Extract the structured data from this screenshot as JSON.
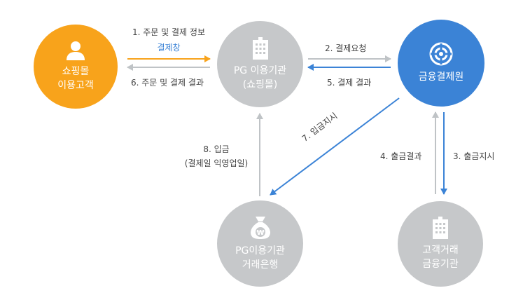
{
  "nodes": {
    "customer": {
      "line1": "쇼핑몰",
      "line2": "이용고객",
      "color": "#f8a31b",
      "icon": "person-icon"
    },
    "pg": {
      "line1": "PG 이용기관",
      "line2": "(쇼핑몰)",
      "color": "#c6c8ca",
      "icon": "building-icon"
    },
    "fin": {
      "line1": "금융결제원",
      "color": "#3b83d6",
      "icon": "globe-logo-icon"
    },
    "bank": {
      "line1": "PG이용기관",
      "line2": "거래은행",
      "color": "#c6c8ca",
      "icon": "money-bag-icon"
    },
    "custbank": {
      "line1": "고객거래",
      "line2": "금융기관",
      "color": "#c6c8ca",
      "icon": "building-icon"
    }
  },
  "steps": {
    "s1": "1. 주문 및 결제 정보",
    "s1_sub": "결제창",
    "s2": "2. 결제요청",
    "s3": "3. 출금지시",
    "s4": "4. 출금결과",
    "s5": "5. 결제 결과",
    "s6": "6. 주문 및 결제 결과",
    "s7": "7. 입금지시",
    "s8": "8. 입금",
    "s8_sub": "(결제일 익영업일)"
  },
  "colors": {
    "orange": "#f8a31b",
    "blue": "#3b83d6",
    "gray_arrow": "#bfc3c6"
  }
}
